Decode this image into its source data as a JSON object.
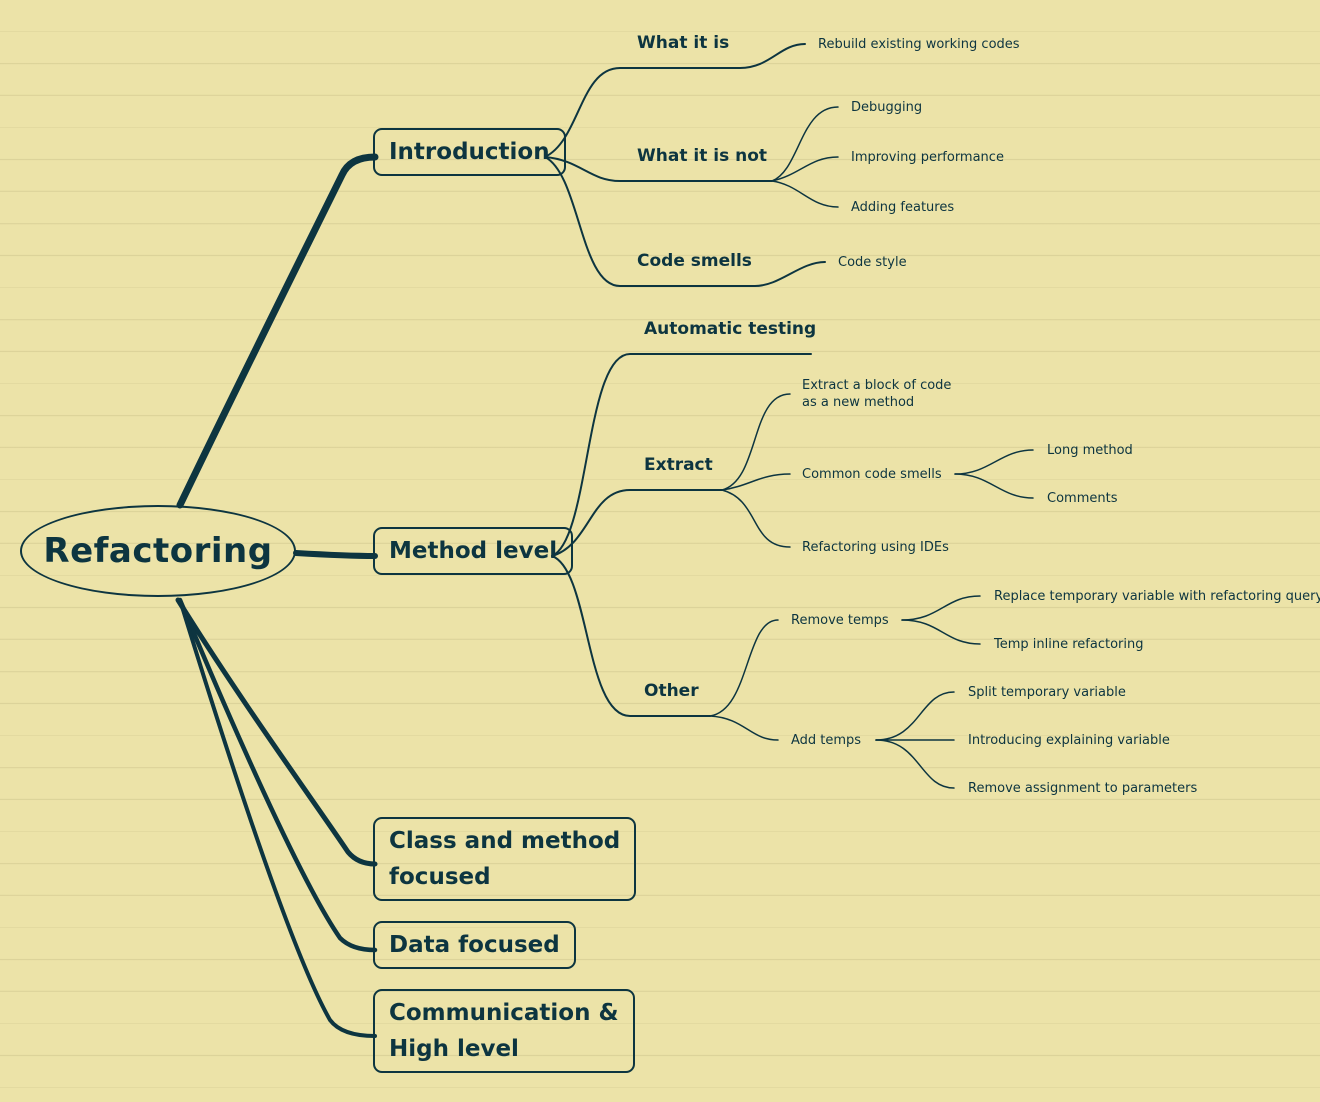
{
  "root": "Refactoring",
  "intro": {
    "label": "Introduction",
    "what_it_is": {
      "label": "What it is",
      "items": [
        "Rebuild existing working codes"
      ]
    },
    "what_it_is_not": {
      "label": "What it is not",
      "items": [
        "Debugging",
        "Improving performance",
        "Adding features"
      ]
    },
    "code_smells": {
      "label": "Code smells",
      "items": [
        "Code style"
      ]
    }
  },
  "method": {
    "label": "Method level",
    "automatic_testing": "Automatic testing",
    "extract": {
      "label": "Extract",
      "block_line1": "Extract a block of code",
      "block_line2": "as a new method",
      "common": {
        "label": "Common code smells",
        "items": [
          "Long method",
          "Comments"
        ]
      },
      "ides": "Refactoring using IDEs"
    },
    "other": {
      "label": "Other",
      "remove_temps": {
        "label": "Remove temps",
        "items": [
          "Replace temporary variable with refactoring query",
          "Temp inline refactoring"
        ]
      },
      "add_temps": {
        "label": "Add temps",
        "items": [
          "Split temporary variable",
          "Introducing explaining variable",
          "Remove assignment to parameters"
        ]
      }
    }
  },
  "class_method": {
    "line1": "Class and method",
    "line2": "focused"
  },
  "data_focused": "Data focused",
  "communication": {
    "line1": "Communication &",
    "line2": "High level"
  }
}
